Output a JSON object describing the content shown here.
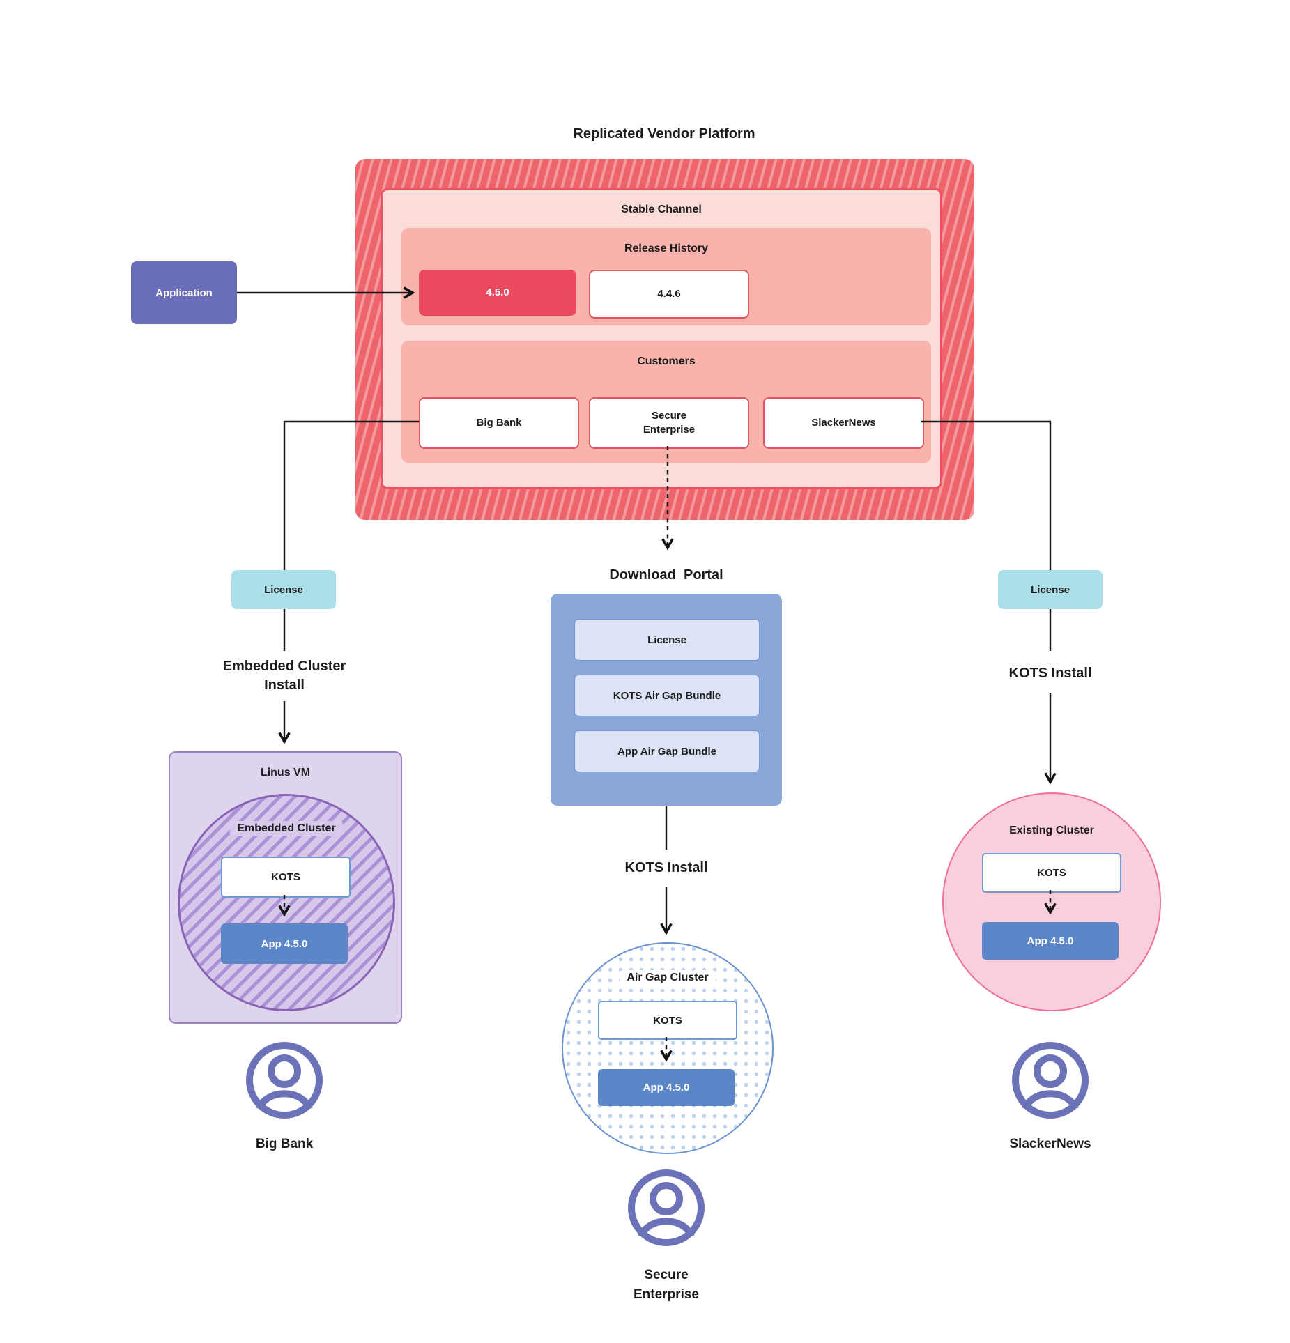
{
  "title": "Replicated Vendor Platform",
  "colors": {
    "platform_hatch_red": "#ee646b",
    "platform_hatch_stripe": "#f49a9e",
    "stable_channel_pink": "#fbdcd8",
    "section_salmon": "#f7b3ac",
    "release_highlight_red": "#ea4a5f",
    "box_border_red": "#e4525f",
    "application_purple": "#6a6db9",
    "license_teal": "#aadee8",
    "portal_blue": "#8ba7d9",
    "portal_item_blue": "#dde3f6",
    "app_box_blue": "#5b87c9",
    "kots_border_blue": "#6f9ad1",
    "vm_lavender": "#ded4ee",
    "vm_border_purple": "#9b82c4",
    "cluster_hatch_purple": "#ab92d6",
    "existing_cluster_pink": "#f9cede",
    "existing_cluster_border": "#ef6f97",
    "airgap_dot_blue": "#bcd0f0",
    "airgap_border_blue": "#6b93cf",
    "person_icon_purple": "#6c72b8",
    "connector_black": "#141414"
  },
  "platform": {
    "stable_channel_label": "Stable Channel",
    "release_history_label": "Release History",
    "releases": [
      "4.5.0",
      "4.4.6"
    ],
    "customers_label": "Customers",
    "customers": [
      "Big Bank",
      "Secure Enterprise",
      "SlackerNews"
    ]
  },
  "application_label": "Application",
  "download_portal": {
    "label": "Download  Portal",
    "items": [
      "License",
      "KOTS Air Gap Bundle",
      "App Air Gap Bundle"
    ]
  },
  "flows": {
    "left": {
      "license_label": "License",
      "step_label": "Embedded Cluster Install",
      "vm_label": "Linus VM",
      "cluster_label": "Embedded Cluster",
      "kots_label": "KOTS",
      "app_label": "App 4.5.0",
      "actor_label": "Big Bank"
    },
    "middle": {
      "step_label": "KOTS Install",
      "cluster_label": "Air Gap Cluster",
      "kots_label": "KOTS",
      "app_label": "App 4.5.0",
      "actor_label": "Secure Enterprise"
    },
    "right": {
      "license_label": "License",
      "step_label": "KOTS Install",
      "cluster_label": "Existing Cluster",
      "kots_label": "KOTS",
      "app_label": "App 4.5.0",
      "actor_label": "SlackerNews"
    }
  }
}
